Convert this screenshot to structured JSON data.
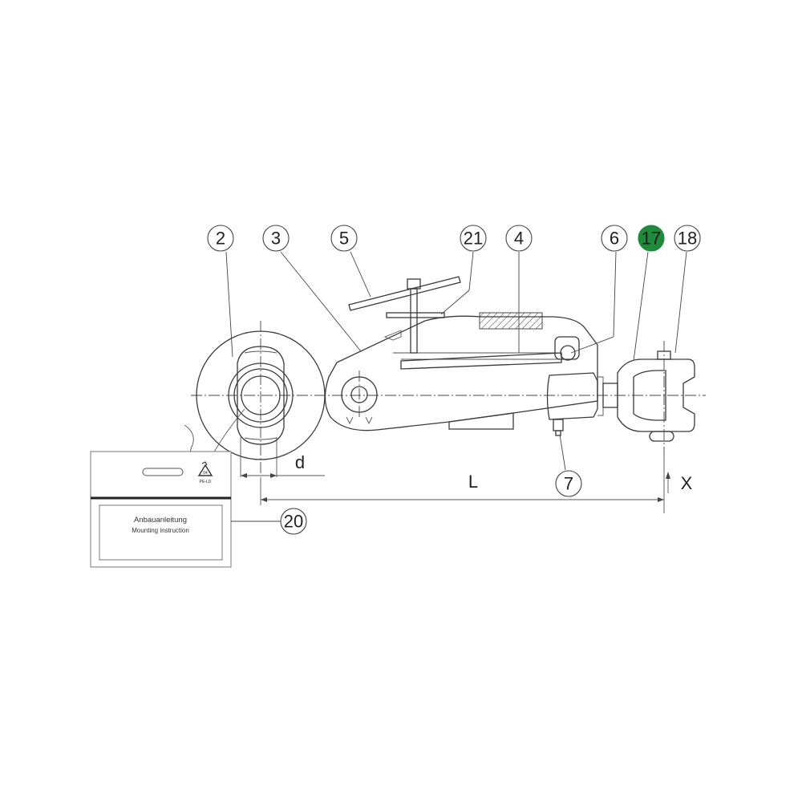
{
  "callouts": [
    {
      "label": "2"
    },
    {
      "label": "3"
    },
    {
      "label": "5"
    },
    {
      "label": "21"
    },
    {
      "label": "4"
    },
    {
      "label": "6"
    },
    {
      "label": "17"
    },
    {
      "label": "18"
    },
    {
      "label": "7"
    },
    {
      "label": "20"
    }
  ],
  "highlight_color": "#1f8a3c",
  "dimensions": {
    "d": "d",
    "L": "L",
    "X": "X"
  },
  "bag": {
    "recycle_code": "04",
    "recycle_material": "PE-LD",
    "instruction_de": "Anbauanleitung",
    "instruction_en": "Mounting instruction"
  }
}
